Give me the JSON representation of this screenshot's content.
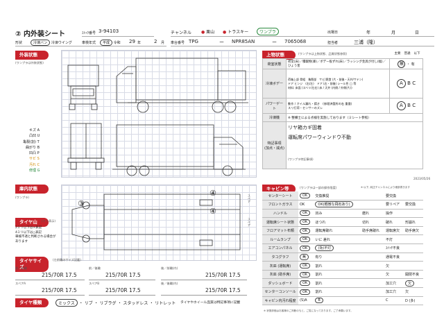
{
  "header": {
    "title": "② 内外装シート",
    "stock_label": "ｽﾄｯｸ番号",
    "stock_no": "3-94103",
    "channel_label": "チャンネル",
    "channel_options": [
      "栗山",
      "トラスキー",
      "ワンプラ"
    ],
    "reserve_date_label": "出場日",
    "year_label": "年",
    "month_label": "月",
    "day_label": "日",
    "shape_label": "形状",
    "shape_options": [
      "冷凍バン",
      "冷凍ウイング"
    ],
    "reg_year_label": "車検年式",
    "era_options": [
      "平成",
      "令和"
    ],
    "year_value": "29",
    "year_unit": "年",
    "month_value": "2",
    "month_unit": "月",
    "model_label": "車台番号",
    "model_prefix": "TPG",
    "model_code": "NPR85AN",
    "serial": "7065068",
    "inspector_label": "担当者",
    "inspector": "三浦（隆）"
  },
  "exterior": {
    "section_label": "外装状態",
    "note": "(ワンプラは外装状態)",
    "legend": [
      {
        "mark": "キズ",
        "code": "A"
      },
      {
        "mark": "凸凹",
        "code": "U"
      },
      {
        "mark": "亀裂(割)",
        "code": "T"
      },
      {
        "mark": "曲がり",
        "code": "B"
      },
      {
        "mark": "凹凸",
        "code": "P"
      },
      {
        "mark": "サビ",
        "code": "S"
      },
      {
        "mark": "汚れ",
        "code": "C"
      },
      {
        "mark": "修理",
        "code": "G"
      }
    ],
    "bottom_note": "2023/05/26"
  },
  "upper": {
    "section_label": "上物状態",
    "note": "(ワンプラは上物状態、品質状態参照)",
    "grade_header": [
      "主要",
      "普通",
      "以下"
    ],
    "rows": [
      {
        "label": "荷室状態",
        "text": "荷室(床)／積載物(庫)／ボデー板ずれ(床)／ラッシング金具が付し(幅)／ひょう害",
        "grades": [
          "無",
          "・",
          "有"
        ]
      },
      {
        "label": "冷凍ボデー",
        "text": "荷箱上部 骨組　亀裂部　サビ/腐食 (片・前後・天井/サテン)\nドア ヒンジ　(右/左)　ドア (右・前後) シール性 ◯ 等\n材料: 床面 (スベリ/左右) 床 / 天井 (内側 / 外側(片))",
        "grades": [
          "A",
          "B",
          "C"
        ]
      },
      {
        "label": "パワーゲート",
        "text": "動作 / オイル漏れ・錆き　(修理済箇所の右 重量)\nスリ打荷・センサーのズレ",
        "grades": [
          "A",
          "B",
          "C"
        ]
      },
      {
        "label": "冷凍機",
        "text": "※ 整備士による点検を実施しております（ミシート参照）",
        "grades": []
      }
    ],
    "special_label": "特記事項\n(加点・減点)",
    "special_lines": [
      "リヤ箱カギ固着",
      "運転席パワーウィンドウ不動"
    ],
    "special_note": "(ワンプラ特記事項)",
    "date": "2023/05/26"
  },
  "interior": {
    "section_label": "庫内状態",
    "note": "(ワンプラ)",
    "numbers": [
      "③",
      "④",
      "④"
    ],
    "tire_mountain_label": "タイヤ山",
    "tire_mountain_note": "(ミリ表示)",
    "tire_notes": [
      "2ミリ以下は×表記",
      "4ミリ以下は△表記",
      "車検不適と判断される場合が",
      "あります"
    ],
    "side_labels": [
      "スペア",
      "スペア"
    ]
  },
  "tire_size": {
    "section_label": "タイヤサイズ",
    "note": "(左前輪のサイズ記載)",
    "cells": [
      {
        "label": "前／前輪",
        "value": "215/70R 17.5"
      },
      {
        "label": "前／後輪",
        "value": "215/70R 17.5"
      },
      {
        "label": "後／前輪(内)",
        "value": "215/70R 17.5"
      },
      {
        "label": "スペアA",
        "value": "215/70R 17.5"
      },
      {
        "label": "スペアB",
        "value": "215/70R 17.5"
      },
      {
        "label": "後／後輪(内)",
        "value": "215/70R 17.5"
      }
    ]
  },
  "tire_type": {
    "section_label": "タイヤ種類",
    "options": [
      "ミックス",
      "リブ",
      "リブラグ",
      "スタッドレス",
      "リトレット"
    ],
    "note": "タイヤやホイール品質は特記事項に記載"
  },
  "cabin": {
    "section_label": "キャビン等",
    "note": "(ワンプラは一部の操作限度)",
    "right_note": "※ 以下, 純正チャンネルにより細部書きます",
    "rows": [
      {
        "label": "センターシート",
        "items": [
          "OK",
          "交換推奨",
          "要交換"
        ]
      },
      {
        "label": "フロントガラス",
        "items": [
          "OK",
          "OK(軽微な飛石あり)",
          "要リペア",
          "要交換"
        ]
      },
      {
        "label": "ハンドル",
        "items": [
          "OK",
          "凹み",
          "磨れ",
          "操作"
        ]
      },
      {
        "label": "運転席シート状態",
        "items": [
          "OK",
          "ほつれ",
          "切れ",
          "破れ",
          "形崩れ"
        ]
      },
      {
        "label": "フロアマット布類",
        "items": [
          "OK",
          "運転席破れ",
          "助手席破れ",
          "運転席欠",
          "助手席欠"
        ]
      },
      {
        "label": "ルームランプ",
        "items": [
          "OK",
          "いに 差れ",
          "不灯"
        ]
      },
      {
        "label": "エアコンパネル",
        "items": [
          "OK",
          "(効)不灯",
          "ｽｲｯﾁ不良"
        ]
      },
      {
        "label": "タコグラフ",
        "items": [
          "無",
          "有り",
          "通電不良"
        ]
      },
      {
        "label": "灰皿 (運転席)",
        "items": [
          "OK",
          "割れ",
          "欠"
        ]
      },
      {
        "label": "灰皿 (助手席)",
        "items": [
          "OK",
          "割れ",
          "欠",
          "開閉不良"
        ]
      },
      {
        "label": "ダッシュボード",
        "items": [
          "OK",
          "割れ",
          "加工穴",
          "欠"
        ]
      },
      {
        "label": "センターコンソール",
        "items": [
          "OK",
          "割れ",
          "加工穴",
          "欠"
        ]
      },
      {
        "label": "キャビン内汚れ程度",
        "items": [
          "(S)A",
          "B",
          "C",
          "D (多)"
        ]
      }
    ],
    "bottom_note": "※ 状態評価はお客様のご判断のもと、ご覧になっております。ご了承願います。"
  }
}
